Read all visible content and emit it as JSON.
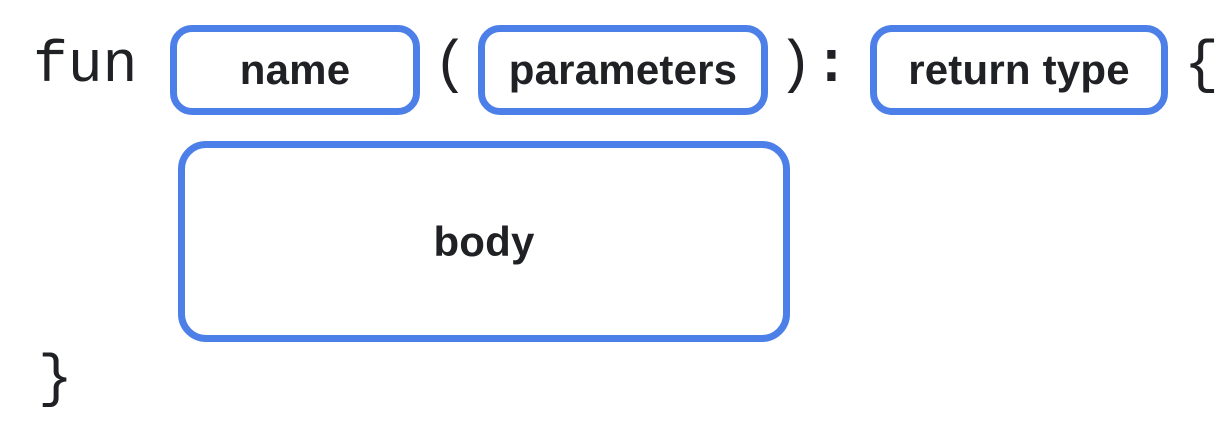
{
  "syntax_diagram": {
    "keyword": "fun",
    "punctuation": {
      "open_paren": "(",
      "close_paren": ")",
      "colon": ":",
      "open_brace": "{",
      "close_brace": "}"
    },
    "slots": [
      {
        "id": "name",
        "label": "name"
      },
      {
        "id": "parameters",
        "label": "parameters"
      },
      {
        "id": "return-type",
        "label": "return type"
      },
      {
        "id": "body",
        "label": "body"
      }
    ],
    "colors": {
      "slot_border": "#4C80E8",
      "text": "#202124",
      "background": "#FFFFFF"
    }
  }
}
